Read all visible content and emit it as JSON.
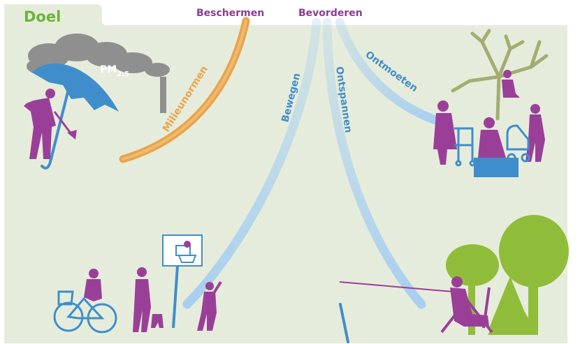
{
  "header": {
    "tab_title": "Doel",
    "beschermen": "Beschermen",
    "bevorderen": "Bevorderen"
  },
  "paths": {
    "milieunormen": "Milieunormen",
    "bewegen": "Bewegen",
    "ontspannen": "Ontspannen",
    "ontmoeten": "Ontmoeten"
  },
  "pollution": {
    "pm_base": "PM",
    "pm_sub": "2.5"
  },
  "colors": {
    "background": "#e6ecdb",
    "tab_green": "#6bb33a",
    "header_purple": "#8b3c8f",
    "orange": "#e9a44b",
    "blue_label": "#3f8ecb",
    "light_blue": "#a8cff0",
    "figure_purple": "#9a3f98",
    "umbrella_blue": "#3f8ecb",
    "tree_green": "#8fbd3a",
    "tree_olive": "#a3ad72",
    "cloud_grey": "#8f8f8f"
  }
}
